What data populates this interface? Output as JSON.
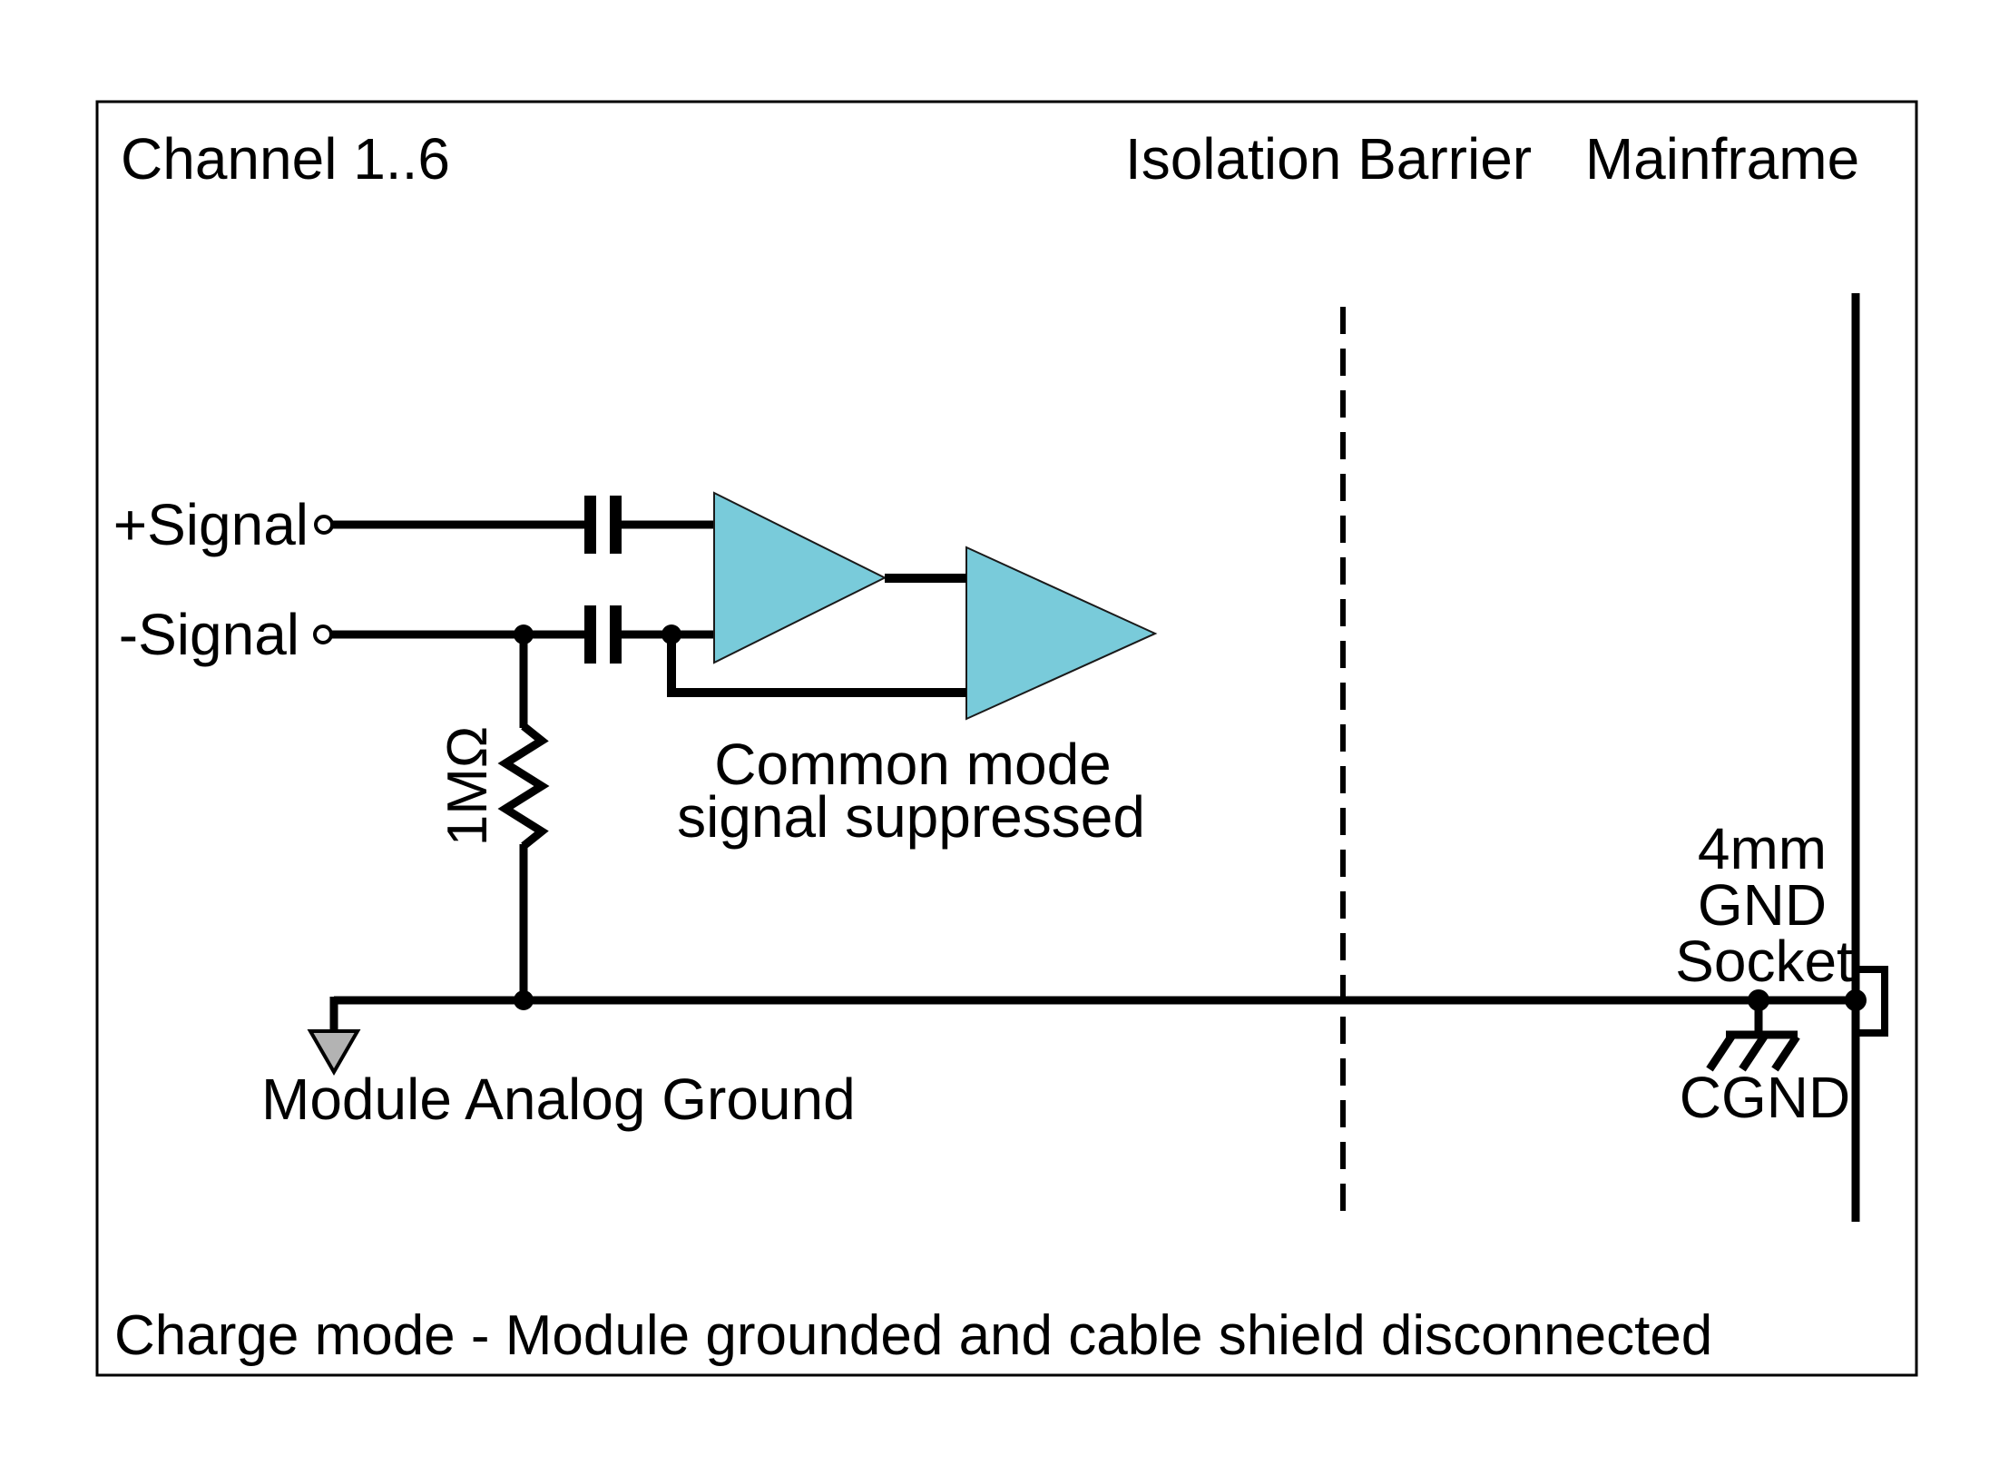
{
  "header": {
    "channel_title": "Channel 1..6",
    "isolation_barrier_label": "Isolation Barrier",
    "mainframe_label": "Mainframe"
  },
  "signals": {
    "plus_label": "+Signal",
    "minus_label": "-Signal"
  },
  "components": {
    "resistor_value": "1MΩ",
    "amp_note_line1": "Common mode",
    "amp_note_line2": "signal suppressed"
  },
  "grounds": {
    "module_ground_label": "Module Analog Ground",
    "socket_label_line1": "4mm",
    "socket_label_line2": "GND",
    "socket_label_line3": "Socket",
    "chassis_ground_label": "CGND"
  },
  "caption": {
    "text": "Charge mode - Module grounded and cable shield disconnected"
  },
  "colors": {
    "amplifier_fill": "#79CBDA",
    "ground_arrow_fill": "#B3B3B3",
    "line": "#000000",
    "background": "#FFFFFF"
  }
}
